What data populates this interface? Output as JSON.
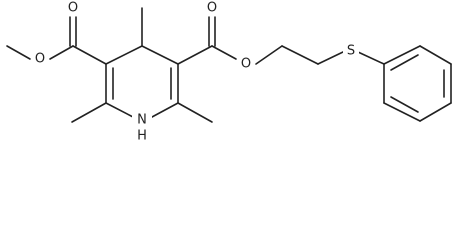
{
  "atoms": {
    "o1": "O",
    "o2": "O",
    "o3": "O",
    "o4": "O",
    "n1": "N",
    "h1": "H",
    "s1": "S"
  }
}
